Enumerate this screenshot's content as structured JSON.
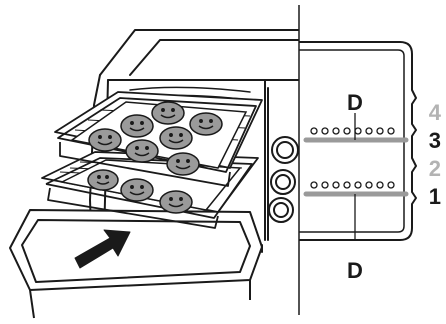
{
  "labels": {
    "callout_top": "D",
    "callout_bottom": "D",
    "rack_positions": [
      "4",
      "3",
      "2",
      "1"
    ]
  },
  "colors": {
    "line": "#1a1a1a",
    "cookie_fill": "#9a9a9a",
    "dim_label": "#b3b3b3",
    "bold_label": "#1a1a1a"
  },
  "icons": [
    "oven-icon",
    "cookie-icon",
    "insert-arrow-icon",
    "rack-guide-icon"
  ]
}
